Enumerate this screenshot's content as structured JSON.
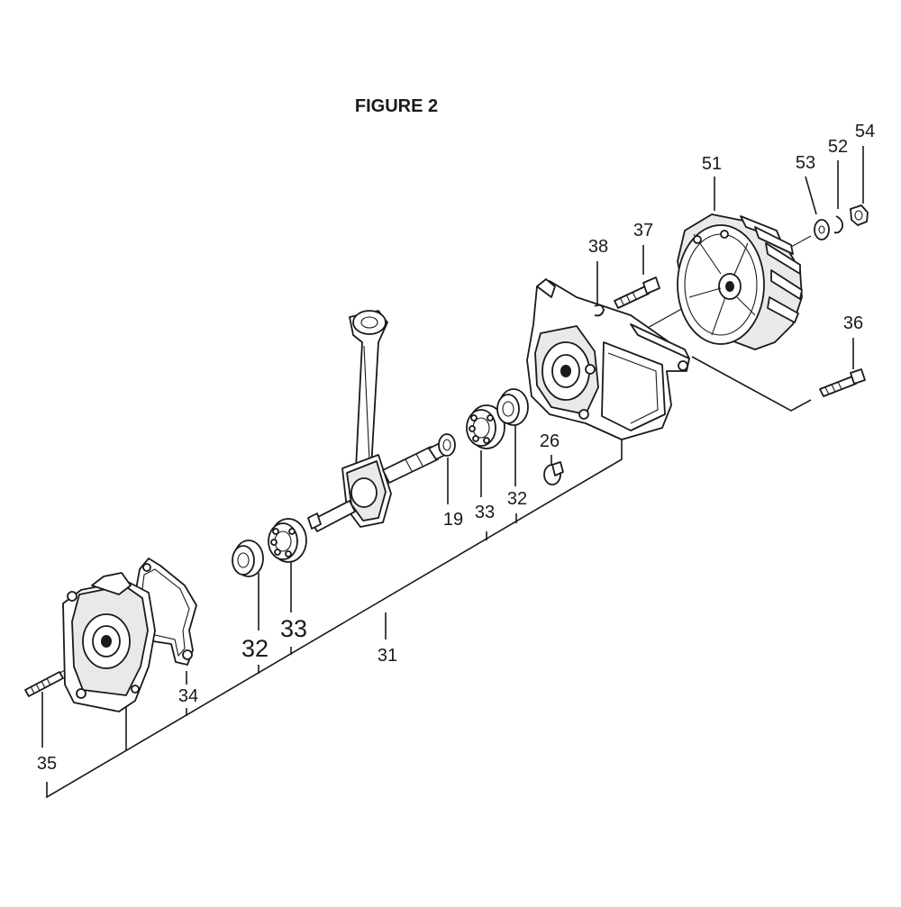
{
  "figure": {
    "title": "FIGURE 2"
  },
  "callouts": {
    "c19": "19",
    "c26": "26",
    "c31": "31",
    "c32_small": "32",
    "c32_large": "32",
    "c33_small": "33",
    "c33_large": "33",
    "c34": "34",
    "c35": "35",
    "c36": "36",
    "c37": "37",
    "c38": "38",
    "c51": "51",
    "c52": "52",
    "c53": "53",
    "c54": "54"
  }
}
